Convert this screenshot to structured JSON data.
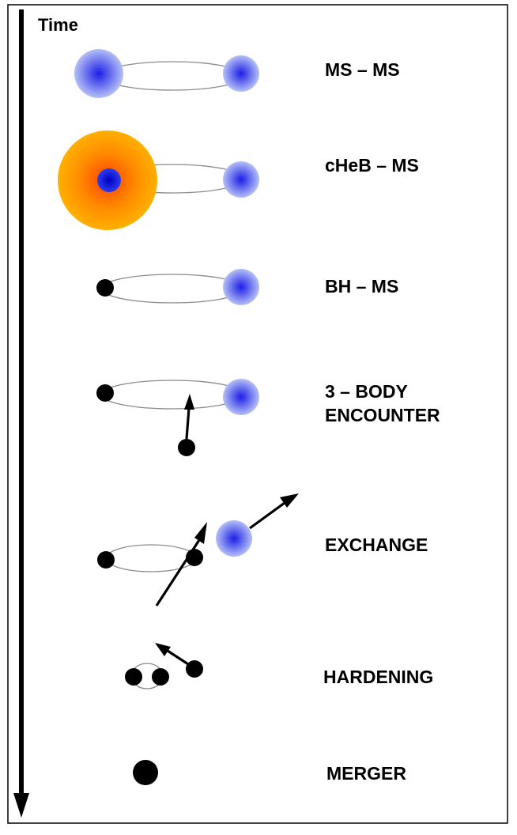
{
  "time_label": "Time",
  "stages": [
    {
      "id": "ms-ms",
      "label_lines": [
        "MS – MS"
      ]
    },
    {
      "id": "cheb-ms",
      "label_lines": [
        "cHeB – MS"
      ]
    },
    {
      "id": "bh-ms",
      "label_lines": [
        "BH – MS"
      ]
    },
    {
      "id": "three-body-encounter",
      "label_lines": [
        "3 –  BODY",
        "ENCOUNTER"
      ]
    },
    {
      "id": "exchange",
      "label_lines": [
        "EXCHANGE"
      ]
    },
    {
      "id": "hardening",
      "label_lines": [
        "HARDENING"
      ]
    },
    {
      "id": "merger",
      "label_lines": [
        "MERGER"
      ]
    }
  ],
  "colors": {
    "ms_star_core": "#1e1ee6",
    "ms_star_edge": "#b4c0f6",
    "cheb_core": "#0000d8",
    "cheb_envelope_inner": "#ff6a00",
    "cheb_envelope_outer": "#ffb000",
    "black_hole": "#000000",
    "orbit": "#8a8a8a"
  }
}
